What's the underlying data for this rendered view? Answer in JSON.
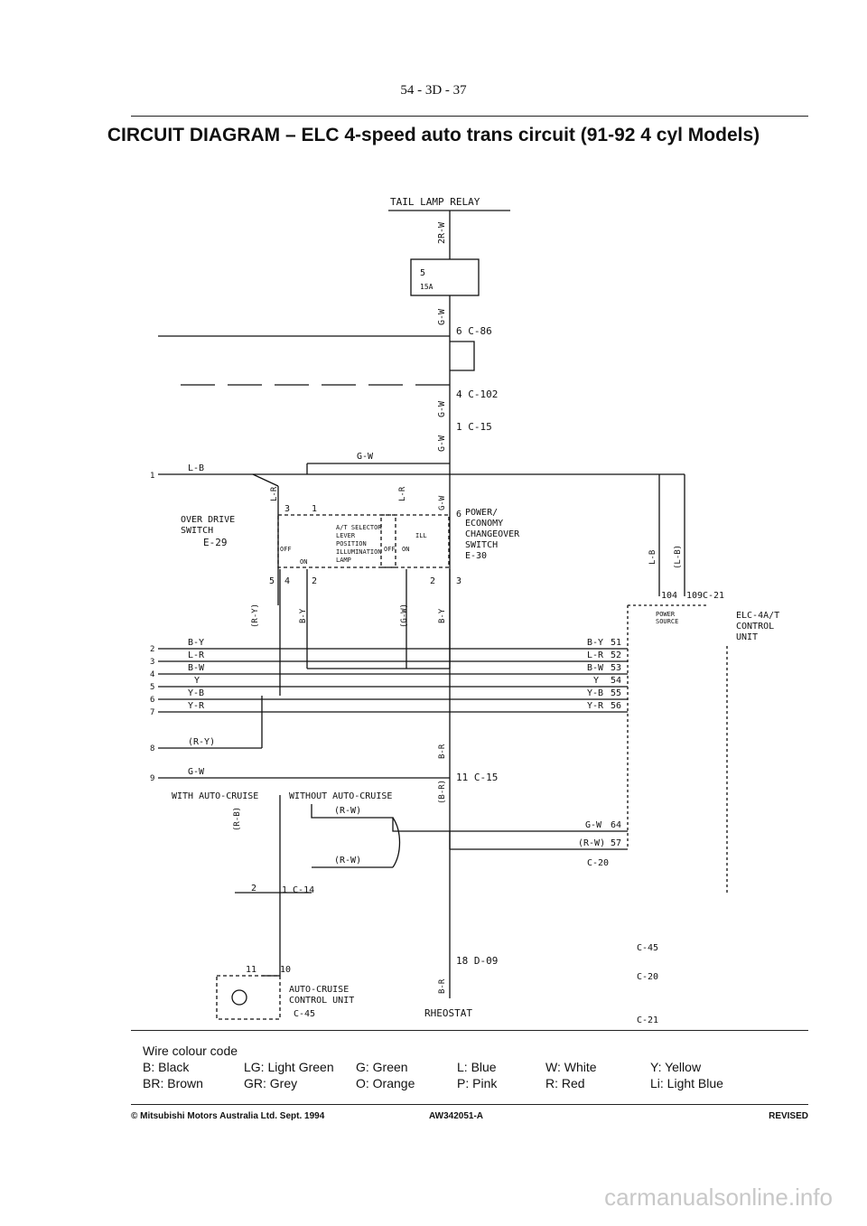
{
  "header": {
    "page_number": "54 - 3D - 37"
  },
  "title": "CIRCUIT DIAGRAM – ELC 4-speed auto trans circuit (91-92 4 cyl Models)",
  "diagram": {
    "top_label": "TAIL LAMP RELAY",
    "fuse_number": "5",
    "fuse_rating": "15A",
    "wires": {
      "w2rw": "2R-W",
      "gw": "G-W",
      "lb": "L-B",
      "lr": "L-R",
      "by": "B-Y",
      "rb_paren": "(R-B)",
      "ry_paren": "(R-Y)",
      "br_paren": "(B-R)",
      "gw_paren": "(G-W)",
      "lb_paren": "(L-B)",
      "rw_paren": "(R-W)",
      "br": "B-R"
    },
    "connectors": {
      "c86": "6 C-86",
      "c102": "4 C-102",
      "c15a": "1 C-15",
      "c15b": "11 C-15",
      "c14": "1 C-14",
      "d09": "18 D-09",
      "c21": "C-21",
      "c20": "C-20",
      "c45": "C-45",
      "e29": "E-29",
      "e30": "E-30"
    },
    "overdrive": {
      "label_1": "OVER DRIVE",
      "label_2": "SWITCH",
      "off": "OFF",
      "on": "ON"
    },
    "selector_lamp": {
      "l1": "A/T SELECTOR",
      "l2": "LEVER",
      "l3": "POSITION",
      "l4": "ILLUMINATION",
      "l5": "LAMP"
    },
    "power_switch": {
      "l1": "POWER/",
      "l2": "ECONOMY",
      "l3": "CHANGEOVER",
      "l4": "SWITCH",
      "off": "OFF",
      "on": "ON",
      "ill": "ILL"
    },
    "elc_unit": {
      "l1": "ELC-4A/T",
      "l2": "CONTROL",
      "l3": "UNIT",
      "power_source_1": "POWER",
      "power_source_2": "SOURCE"
    },
    "cruise": {
      "with": "WITH AUTO-CRUISE",
      "without": "WITHOUT AUTO-CRUISE",
      "unit_1": "AUTO-CRUISE",
      "unit_2": "CONTROL UNIT"
    },
    "bottom_label": "RHEOSTAT",
    "left_wires": [
      {
        "num": "1",
        "code": "L-B"
      },
      {
        "num": "2",
        "code": "B-Y"
      },
      {
        "num": "3",
        "code": "L-R"
      },
      {
        "num": "4",
        "code": "B-W"
      },
      {
        "num": "5",
        "code": "Y"
      },
      {
        "num": "6",
        "code": "Y-B"
      },
      {
        "num": "7",
        "code": "Y-R"
      },
      {
        "num": "8",
        "code": "(R-Y)"
      },
      {
        "num": "9",
        "code": "G-W"
      }
    ],
    "ecu_pins": [
      {
        "code": "B-Y",
        "pin": "51"
      },
      {
        "code": "L-R",
        "pin": "52"
      },
      {
        "code": "B-W",
        "pin": "53"
      },
      {
        "code": "Y",
        "pin": "54"
      },
      {
        "code": "Y-B",
        "pin": "55"
      },
      {
        "code": "Y-R",
        "pin": "56"
      }
    ],
    "ecu_pins_lower": [
      {
        "code": "G-W",
        "pin": "64"
      },
      {
        "code": "(R-W)",
        "pin": "57"
      }
    ],
    "power_pins": {
      "p104": "104",
      "p109": "109"
    },
    "switch_pins": {
      "od3": "3",
      "od1": "1",
      "od5": "5",
      "od4": "4",
      "od2": "2",
      "pw6": "6",
      "pw2": "2",
      "pw3": "3",
      "c14_2": "2",
      "c14_11": "11",
      "c14_10": "10"
    }
  },
  "legend": {
    "title": "Wire colour code",
    "items": [
      "B: Black",
      "LG: Light Green",
      "G: Green",
      "L: Blue",
      "W: White",
      "Y: Yellow",
      "BR: Brown",
      "GR: Grey",
      "O: Orange",
      "P: Pink",
      "R: Red",
      "Li: Light Blue"
    ]
  },
  "footer": {
    "copyright": "© Mitsubishi Motors Australia Ltd. Sept. 1994",
    "code": "AW342051-A",
    "status": "REVISED"
  },
  "watermark": "carmanualsonline.info"
}
